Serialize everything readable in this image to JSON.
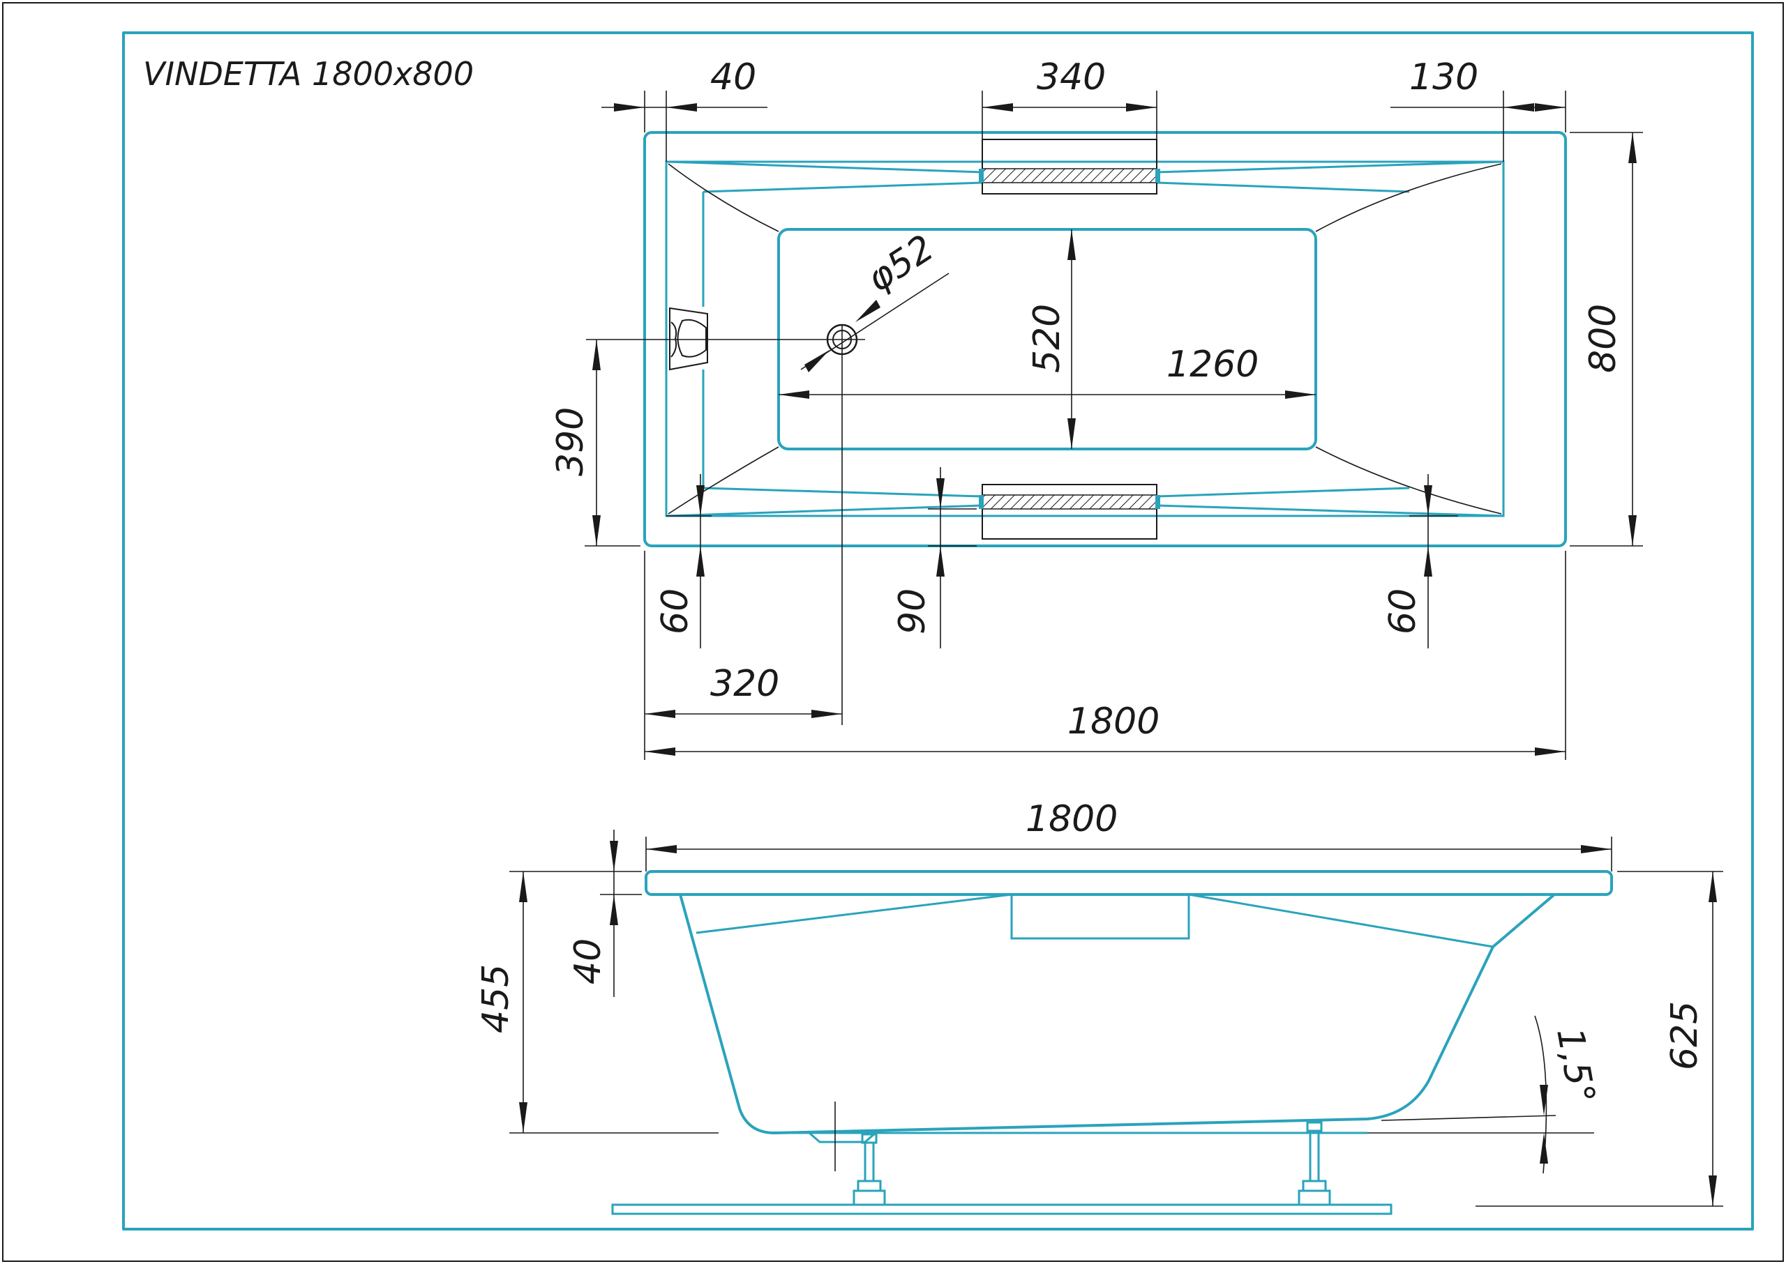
{
  "title": "VINDETTA 1800x800",
  "top_view": {
    "dims": {
      "rim_left": "40",
      "overflow_width": "340",
      "rim_right": "130",
      "total_width": "800",
      "inner_width": "520",
      "drain_diameter": "φ52",
      "inner_length": "1260",
      "drain_offset_y": "390",
      "rim_bottom_left": "60",
      "rim_bottom_mid": "90",
      "rim_bottom_right": "60",
      "drain_offset_x": "320",
      "total_length": "1800"
    }
  },
  "side_view": {
    "dims": {
      "total_length": "1800",
      "rim_height": "40",
      "depth": "455",
      "total_height": "625",
      "slope": "1,5°"
    }
  },
  "colors": {
    "outline": "#2aa3bb",
    "ink": "#1a1a1a",
    "frame": "#2aa3bb"
  }
}
